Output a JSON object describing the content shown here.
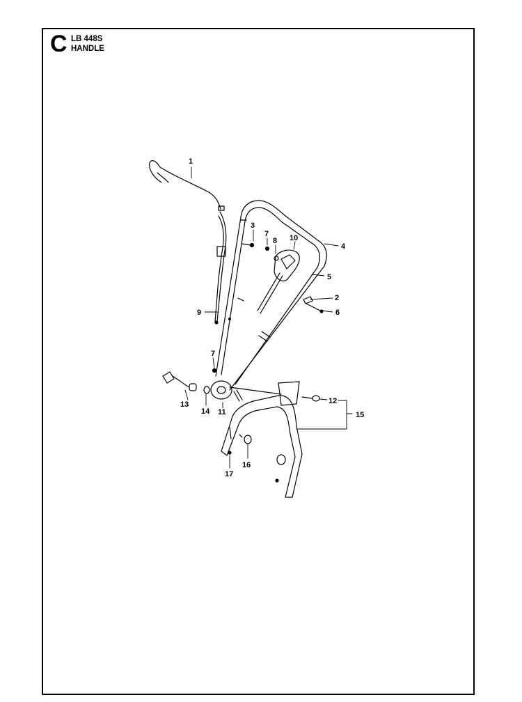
{
  "header": {
    "section_letter": "C",
    "model": "LB 448S",
    "title": "HANDLE"
  },
  "callouts": [
    "1",
    "2",
    "3",
    "4",
    "5",
    "6",
    "7",
    "7",
    "8",
    "9",
    "10",
    "11",
    "12",
    "13",
    "14",
    "15",
    "16",
    "17"
  ]
}
